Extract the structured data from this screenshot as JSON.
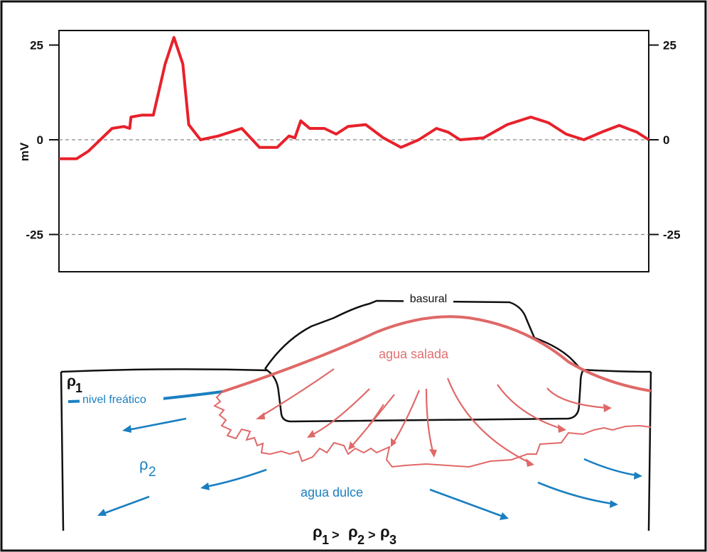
{
  "chart_data": {
    "type": "line",
    "ylabel": "mV",
    "yticks_left": [
      "25",
      "0",
      "-25"
    ],
    "yticks_right": [
      "25",
      "0",
      "-25"
    ],
    "ylim": [
      -35,
      27
    ],
    "series": [
      {
        "values": [
          [
            0,
            -5
          ],
          [
            3,
            -5
          ],
          [
            5,
            -3
          ],
          [
            7,
            0
          ],
          [
            9,
            3
          ],
          [
            11,
            3.5
          ],
          [
            12,
            3
          ],
          [
            12.2,
            6
          ],
          [
            14,
            6.5
          ],
          [
            16,
            6.5
          ],
          [
            18,
            20
          ],
          [
            19.5,
            27
          ],
          [
            21,
            20
          ],
          [
            22,
            4
          ],
          [
            24,
            0
          ],
          [
            27,
            1
          ],
          [
            31,
            3
          ],
          [
            34,
            -2
          ],
          [
            37,
            -2
          ],
          [
            39,
            1
          ],
          [
            40,
            0.5
          ],
          [
            41,
            5
          ],
          [
            42.5,
            3
          ],
          [
            45,
            3
          ],
          [
            47,
            1.5
          ],
          [
            49,
            3.5
          ],
          [
            52,
            4
          ],
          [
            55,
            0.5
          ],
          [
            58,
            -2
          ],
          [
            61,
            0
          ],
          [
            64,
            3
          ],
          [
            66,
            2
          ],
          [
            68,
            0
          ],
          [
            72,
            0.5
          ],
          [
            76,
            4
          ],
          [
            80,
            6
          ],
          [
            83,
            4.5
          ],
          [
            86,
            1.5
          ],
          [
            89,
            0
          ],
          [
            92,
            2
          ],
          [
            95,
            3.8
          ],
          [
            98,
            2
          ],
          [
            100,
            0
          ]
        ]
      }
    ],
    "reference_lines": [
      0,
      -25
    ]
  },
  "labels": {
    "basural": "basural",
    "agua_salada": "agua salada",
    "nivel_freatico": "nivel freático",
    "rho1": "ρ",
    "rho1_sub": "1",
    "rho2": "ρ",
    "rho2_sub": "2",
    "agua_dulce": "agua dulce",
    "relation": {
      "r1": "ρ",
      "s1": "1",
      "gt1": " > ",
      "r2": "ρ",
      "s2": "2",
      "gt2": " >",
      "r3": "ρ",
      "s3": "3"
    }
  },
  "colors": {
    "signal": "#e8212b",
    "saline": "#e06868",
    "fresh": "#1a7fc1",
    "outline": "#111111",
    "refline": "#888888"
  }
}
